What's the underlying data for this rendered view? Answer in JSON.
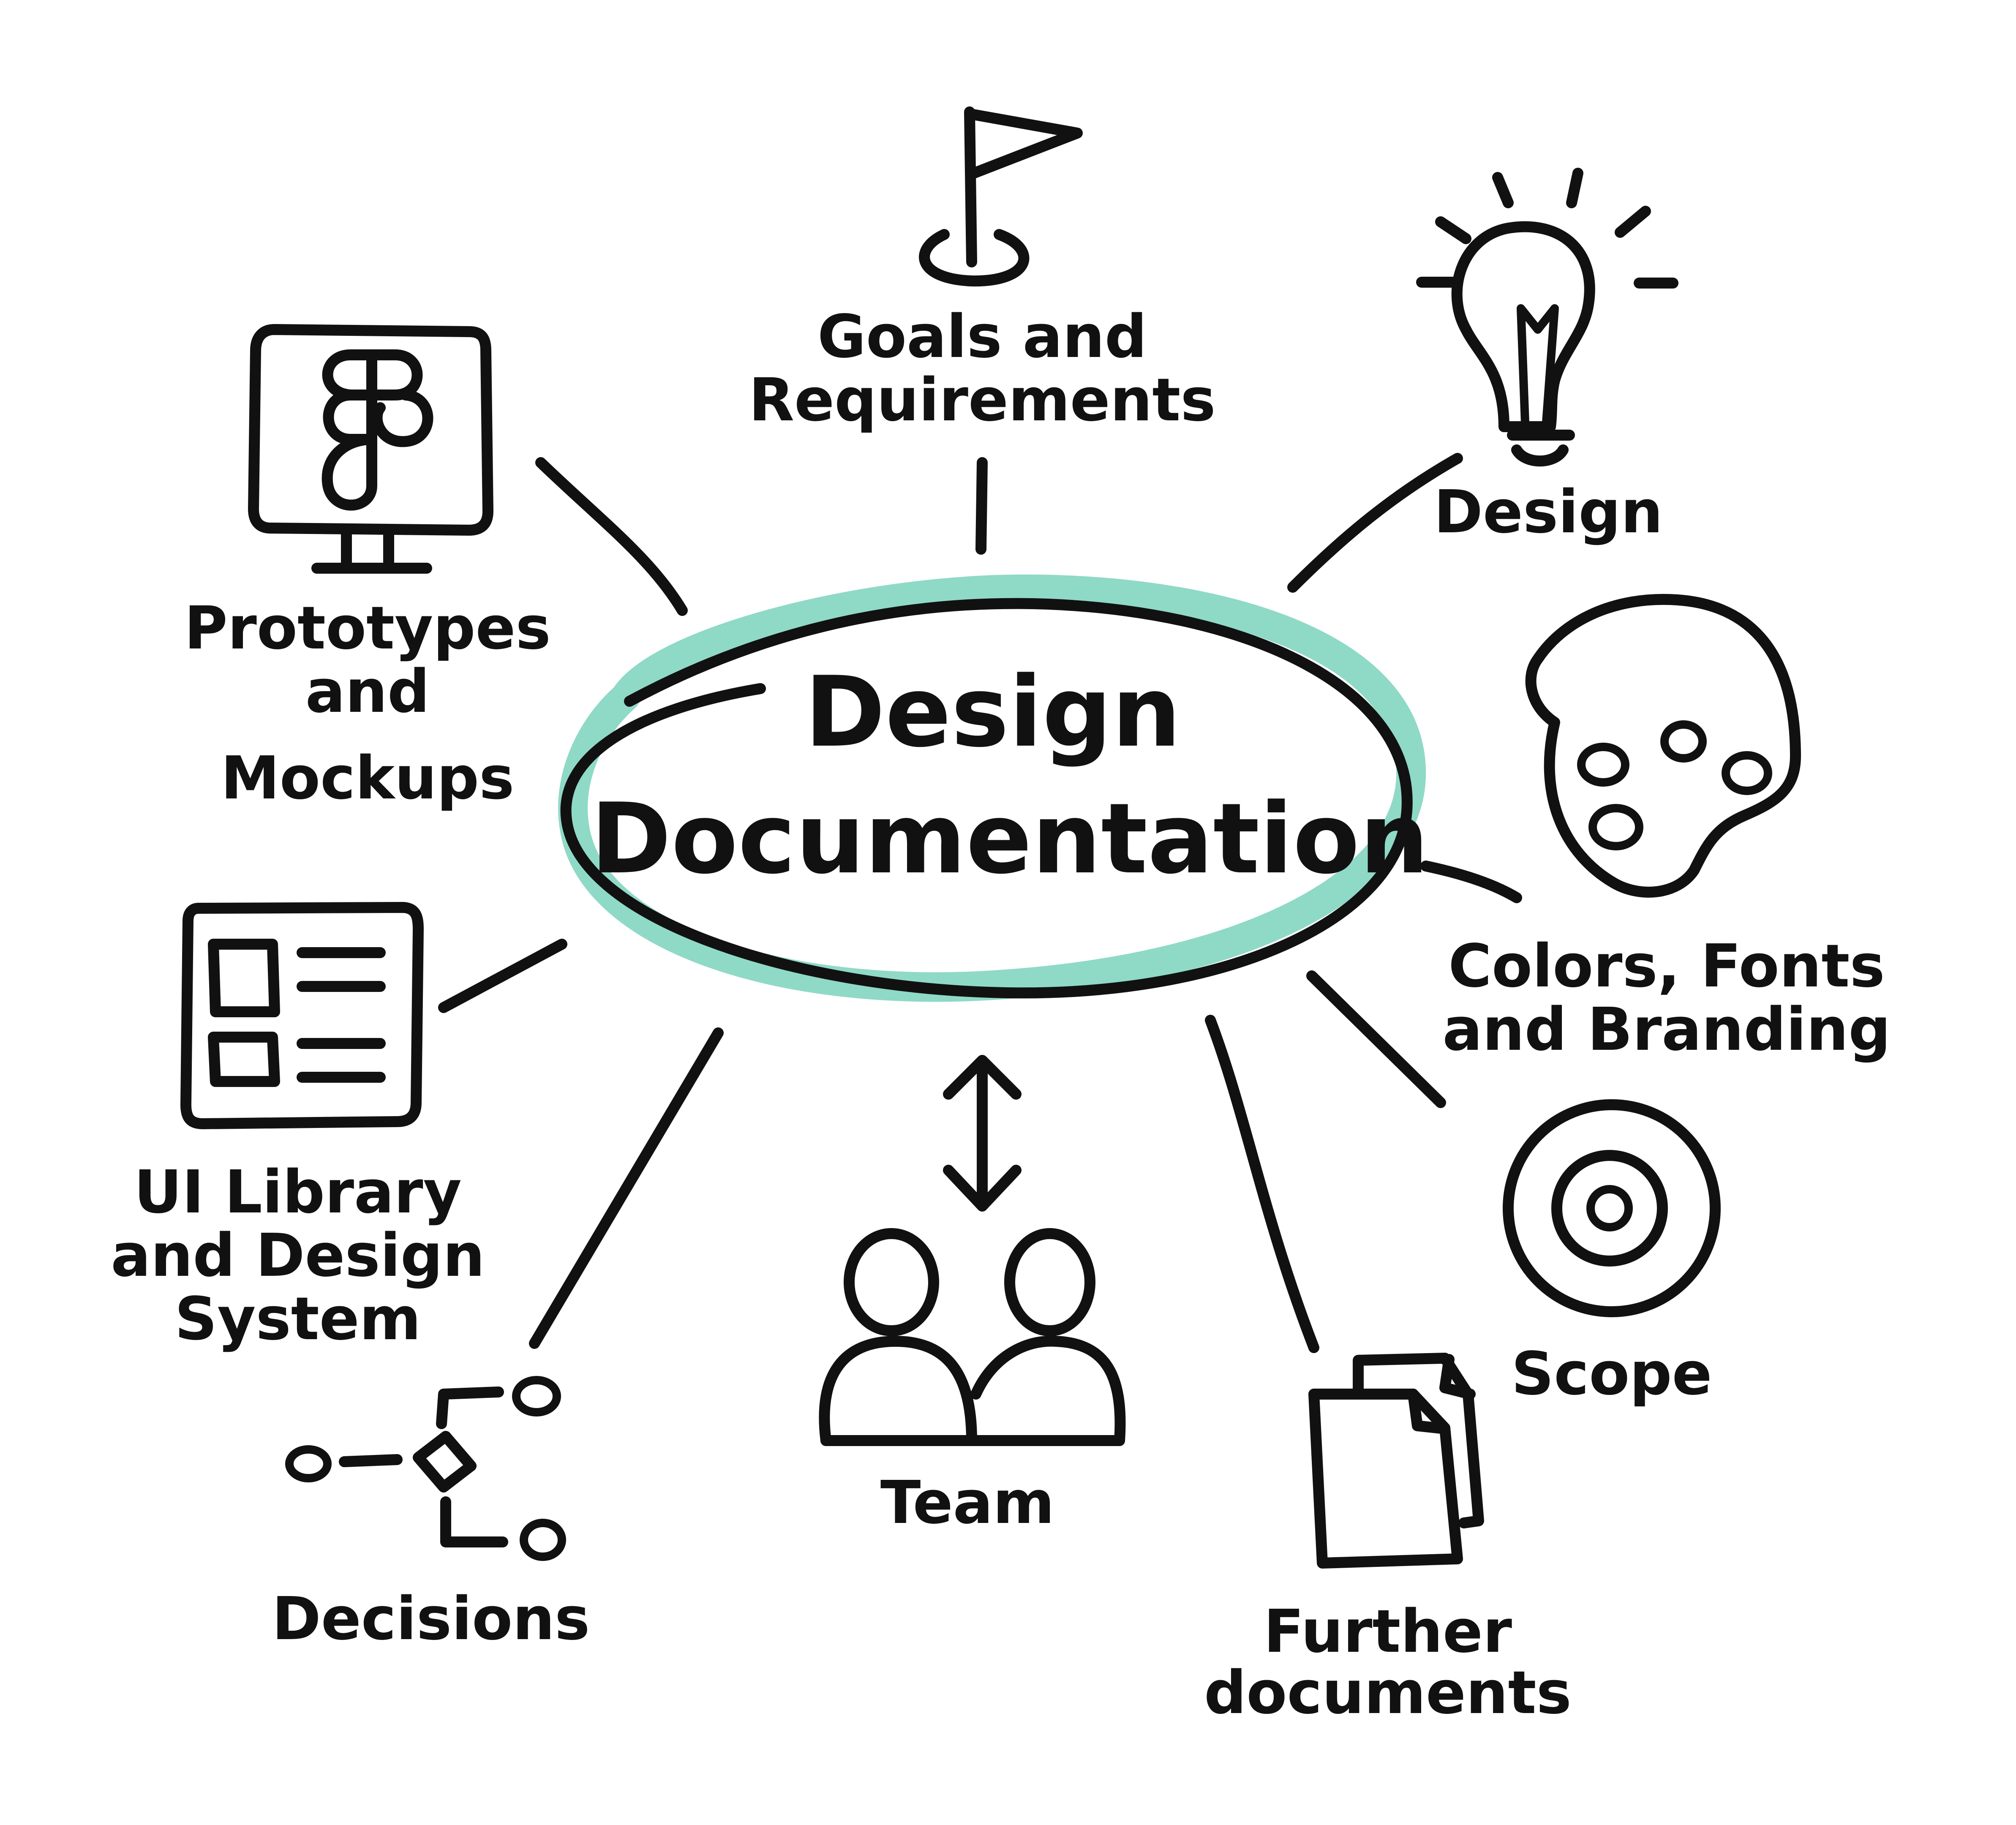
{
  "colors": {
    "ink": "#111111",
    "highlight": "#8fd9c7",
    "background": "#ffffff"
  },
  "center": {
    "line1": "Design",
    "line2": "Documentation"
  },
  "nodes": {
    "goals": {
      "icon": "flag-icon",
      "line1": "Goals and",
      "line2": "Requirements"
    },
    "design": {
      "icon": "lightbulb-icon",
      "line1": "Design"
    },
    "colors": {
      "icon": "palette-icon",
      "line1": "Colors, Fonts",
      "line2": "and Branding"
    },
    "scope": {
      "icon": "target-icon",
      "line1": "Scope"
    },
    "further": {
      "icon": "documents-icon",
      "line1": "Further",
      "line2": "documents"
    },
    "team": {
      "icon": "team-icon",
      "line1": "Team"
    },
    "decisions": {
      "icon": "decision-flow-icon",
      "line1": "Decisions"
    },
    "ui_library": {
      "icon": "layout-icon",
      "line1": "UI Library",
      "line2": "and Design",
      "line3": "System"
    },
    "prototypes": {
      "icon": "monitor-figma-icon",
      "line1": "Prototypes",
      "line2": "and",
      "line3": "Mockups"
    }
  }
}
